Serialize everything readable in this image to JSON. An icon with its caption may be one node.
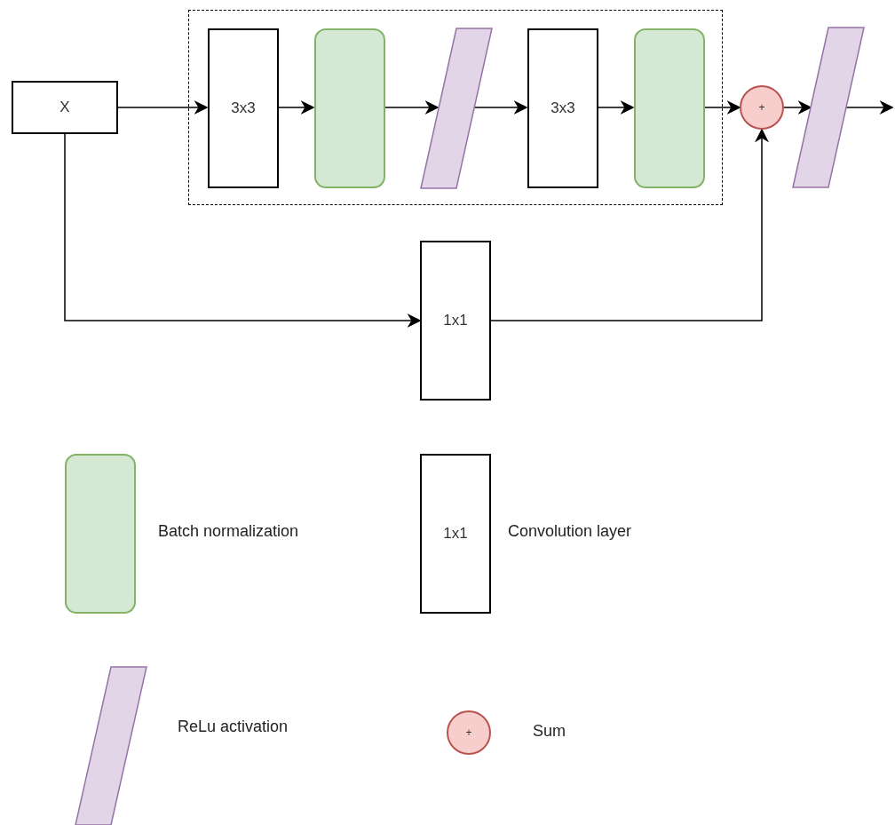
{
  "diagram": {
    "nodes": [
      {
        "text": [
          "X"
        ]
      },
      {
        "text": [],
        "shape": "box"
      },
      {
        "text": [
          "3x3"
        ],
        "in": 1
      },
      {
        "text": [],
        "shape": "box",
        "in": 1
      },
      {
        "text": [],
        "shape": "parallelogram",
        "in": 1
      },
      {
        "text": [
          "3x3"
        ],
        "in": 1
      },
      {
        "text": [],
        "shape": "box",
        "in": 1
      },
      {
        "text": [
          "+"
        ]
      },
      {
        "text": [],
        "shape": "parallelogram"
      },
      {
        "text": [
          "1x1"
        ]
      },
      {
        "text": [],
        "shape": "box",
        "beside": [
          "Batch normalization"
        ]
      },
      {
        "text": [
          "1x1"
        ],
        "beside": [
          "Convolution layer"
        ]
      },
      {
        "text": [],
        "shape": "parallelogram",
        "beside": [
          "ReLu activation"
        ]
      },
      {
        "text": [
          "+"
        ],
        "beside": [
          "Sum"
        ]
      }
    ],
    "edges": [
      {
        "from": 0,
        "to": 2,
        "arrow": "to"
      },
      {
        "from": 2,
        "to": 3,
        "arrow": "to"
      },
      {
        "from": 3,
        "to": 4,
        "arrow": "to"
      },
      {
        "from": 4,
        "to": 5,
        "arrow": "to"
      },
      {
        "from": 5,
        "to": 6,
        "arrow": "to"
      },
      {
        "from": 6,
        "to": 7,
        "arrow": "to"
      },
      {
        "from": 7,
        "to": 8,
        "arrow": "to"
      },
      {
        "from": 8,
        "to": null,
        "arrow": "to"
      },
      {
        "from": 0,
        "to": 9,
        "arrow": "to"
      },
      {
        "from": 9,
        "to": 7,
        "arrow": "to"
      }
    ]
  }
}
